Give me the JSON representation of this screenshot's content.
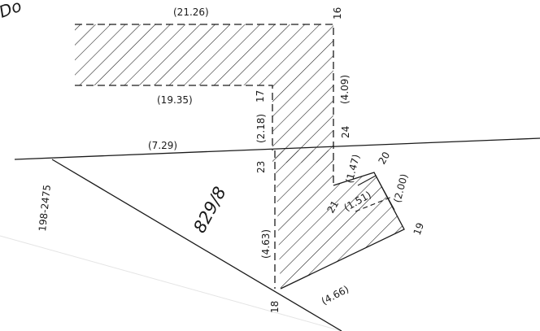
{
  "corner_text": "Do",
  "parcel_label": "829/8",
  "parcel_ref": "198-2475",
  "dimensions": {
    "top": "(21.26)",
    "mid_horizontal": "(19.35)",
    "line_left": "(7.29)",
    "right_upper": "(4.09)",
    "step_vertical": "(2.18)",
    "inner_vertical": "(1.47)",
    "diag_inner": "(1.51)",
    "right_small": "(2.00)",
    "left_lower": "(4.63)",
    "bottom_diag": "(4.66)"
  },
  "points": {
    "p16": "16",
    "p17": "17",
    "p24": "24",
    "p20": "20",
    "p23": "23",
    "p21": "21",
    "p19": "19",
    "p18": "18"
  }
}
